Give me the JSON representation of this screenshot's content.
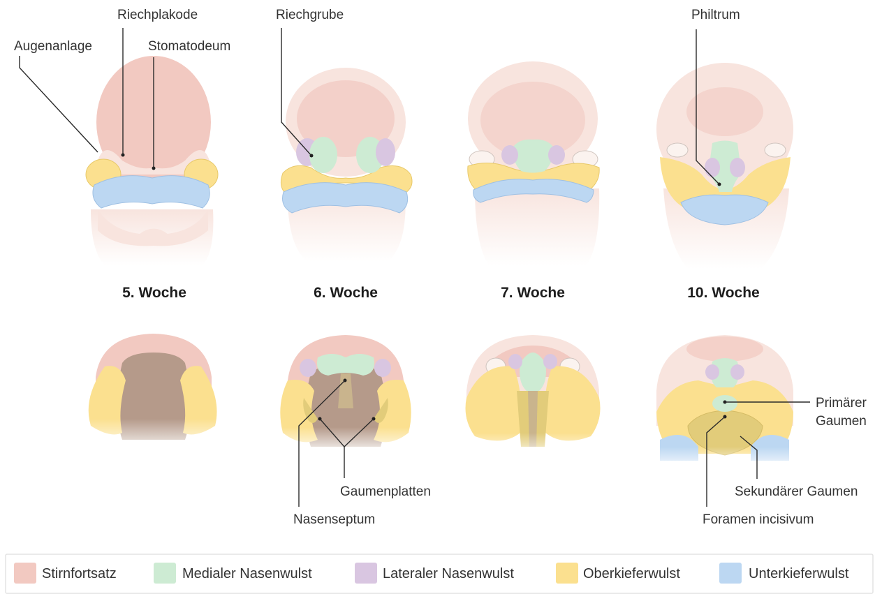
{
  "colors": {
    "stirnfortsatz": "#f2c9c1",
    "skin": "#f8e4de",
    "medial": "#cdebd3",
    "lateral": "#d9c6e1",
    "oberkiefer": "#fbe08f",
    "unterkiefer": "#bcd7f2",
    "mouth": "#b59a8a",
    "palate_shadow": "#e2cc7a"
  },
  "weeks": {
    "w5": "5. Woche",
    "w6": "6. Woche",
    "w7": "7. Woche",
    "w10": "10. Woche"
  },
  "labels": {
    "augenanlage": "Augenanlage",
    "riechplakode": "Riechplakode",
    "stomatodeum": "Stomatodeum",
    "riechgrube": "Riechgrube",
    "philtrum": "Philtrum",
    "gaumenplatten": "Gaumenplatten",
    "nasenseptum": "Nasenseptum",
    "primaerer_gaumen_1": "Primärer",
    "primaerer_gaumen_2": "Gaumen",
    "sekundaerer_gaumen": "Sekundärer Gaumen",
    "foramen_incisivum": "Foramen incisivum"
  },
  "legend": [
    {
      "label": "Stirnfortsatz",
      "color": "#f2c9c1"
    },
    {
      "label": "Medialer Nasenwulst",
      "color": "#cdebd3"
    },
    {
      "label": "Lateraler Nasenwulst",
      "color": "#d9c6e1"
    },
    {
      "label": "Oberkieferwulst",
      "color": "#fbe08f"
    },
    {
      "label": "Unterkieferwulst",
      "color": "#bcd7f2"
    }
  ]
}
